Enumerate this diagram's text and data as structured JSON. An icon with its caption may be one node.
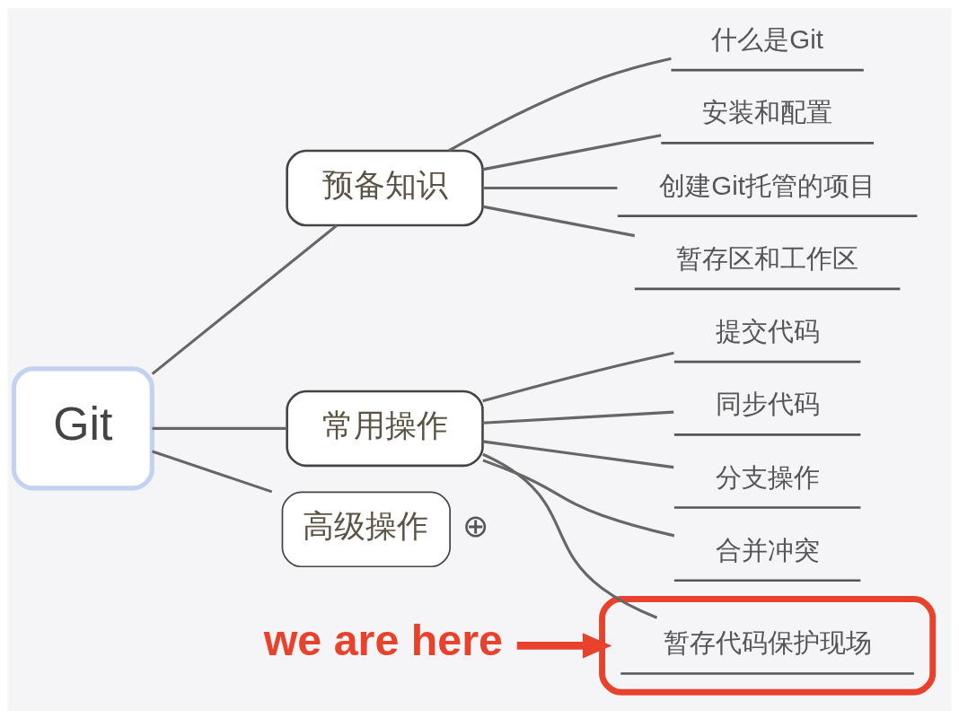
{
  "diagram": {
    "nodes": [
      {
        "text": [
          "Git"
        ]
      },
      {
        "text": [
          "预备知识"
        ]
      },
      {
        "text": [
          "什么是Git"
        ]
      },
      {
        "text": [
          "安装和配置"
        ]
      },
      {
        "text": [
          "创建Git托管的项目"
        ]
      },
      {
        "text": [
          "暂存区和工作区"
        ]
      },
      {
        "text": [
          "常用操作"
        ]
      },
      {
        "text": [
          "提交代码"
        ]
      },
      {
        "text": [
          "同步代码"
        ]
      },
      {
        "text": [
          "分支操作"
        ]
      },
      {
        "text": [
          "合并冲突"
        ]
      },
      {
        "text": [],
        "shape": "box"
      },
      {
        "text": [
          "暂存代码保护现场"
        ],
        "in": 11
      },
      {
        "text": [
          "高级操作"
        ],
        "beside": [
          "⊕"
        ]
      },
      {
        "text": [
          "we are here"
        ]
      }
    ],
    "edges": [
      {
        "from": 0,
        "to": 1,
        "arrow": "none"
      },
      {
        "from": 1,
        "to": 2,
        "arrow": "none"
      },
      {
        "from": 1,
        "to": 3,
        "arrow": "none"
      },
      {
        "from": 1,
        "to": 4,
        "arrow": "none"
      },
      {
        "from": 1,
        "to": 5,
        "arrow": "none"
      },
      {
        "from": 0,
        "to": 6,
        "arrow": "none"
      },
      {
        "from": 6,
        "to": 7,
        "arrow": "none"
      },
      {
        "from": 6,
        "to": 8,
        "arrow": "none"
      },
      {
        "from": 6,
        "to": 9,
        "arrow": "none"
      },
      {
        "from": 6,
        "to": 10,
        "arrow": "none"
      },
      {
        "from": 6,
        "to": 12,
        "arrow": "none"
      },
      {
        "from": 0,
        "to": 13,
        "arrow": "none"
      },
      {
        "from": 14,
        "to": 11,
        "arrow": "to",
        "style": "thick",
        "color": "#e8412c"
      }
    ]
  }
}
